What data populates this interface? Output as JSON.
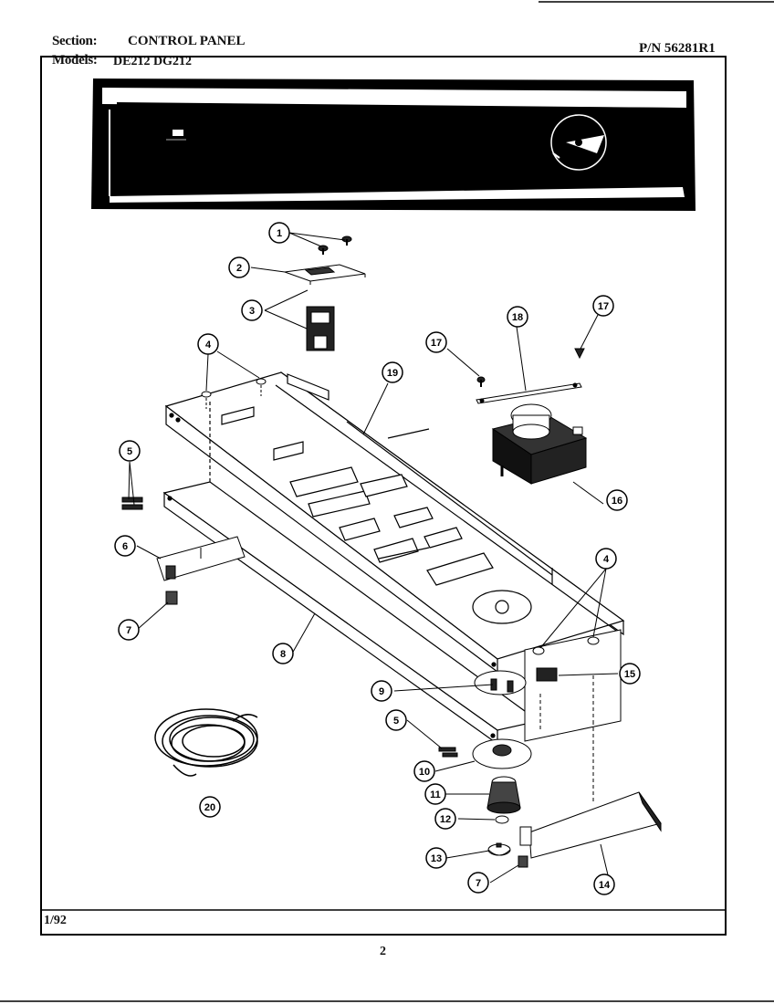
{
  "header": {
    "section_label": "Section:",
    "section_value": "CONTROL PANEL",
    "models_label": "Models:",
    "models_value": "DE212  DG212",
    "part_number": "P/N 56281R1"
  },
  "footer": {
    "date": "1/92",
    "page_number": "2"
  },
  "callouts": [
    "1",
    "2",
    "3",
    "4",
    "19",
    "18",
    "17",
    "17",
    "5",
    "16",
    "6",
    "4",
    "7",
    "8",
    "15",
    "9",
    "5",
    "10",
    "11",
    "12",
    "20",
    "13",
    "7",
    "14"
  ]
}
